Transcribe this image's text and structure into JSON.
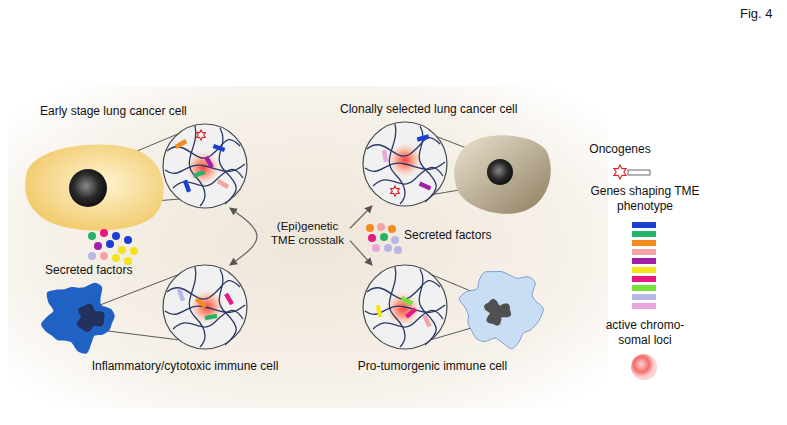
{
  "diagram": {
    "nodes": [
      {
        "text": [
          "Early stage lung cancer cell"
        ]
      },
      {
        "text": [
          "Clonally selected lung cancer cell"
        ]
      },
      {
        "text": [
          "(Epi)genetic TME crosstalk"
        ]
      },
      {
        "text": [
          "Inflammatory/cytotoxic immune cell"
        ]
      },
      {
        "text": [
          "Pro-tumorgenic immune cell"
        ]
      }
    ],
    "edges": [
      {
        "from": 0,
        "to": 3,
        "arrow": "both"
      },
      {
        "from": 2,
        "to": 1,
        "arrow": "to"
      },
      {
        "from": 2,
        "to": 4,
        "arrow": "to"
      }
    ],
    "labels": [
      "Fig. 4",
      "Secreted factors",
      "Secreted factors"
    ],
    "legend": [
      {
        "text": "Oncogenes"
      },
      {
        "text": "Genes shaping TME phenotype"
      },
      {
        "text": "active chromo- somal loci"
      }
    ]
  }
}
